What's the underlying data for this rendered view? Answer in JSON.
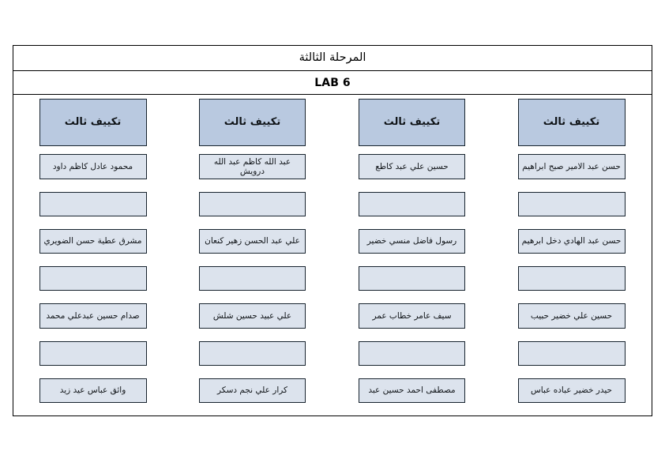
{
  "document": {
    "stage_title": "المرحلة الثالثة",
    "lab_title": "LAB 6"
  },
  "colors": {
    "header_fill": "#b9c9e0",
    "cell_fill": "#dce3ed",
    "border": "#17232e",
    "frame": "#000000",
    "page_background": "#ffffff",
    "text": "#101418"
  },
  "groups": [
    {
      "header": "تكييف ثالث",
      "members": [
        "محمود عادل كاظم داود",
        "",
        "مشرق عطية حسن الضويري",
        "",
        "صدام حسين عبدعلي محمد",
        "",
        "وائق عباس عيد زيد"
      ]
    },
    {
      "header": "تكييف ثالث",
      "members": [
        "عبد الله كاظم عبد الله درويش",
        "",
        "علي عبد الحسن زهير كنعان",
        "",
        "علي عبيد حسين شلش",
        "",
        "كرار علي نجم دسكر"
      ]
    },
    {
      "header": "تكييف ثالث",
      "members": [
        "حسين علي عبد كاطع",
        "",
        "رسول فاضل منسي خضير",
        "",
        "سيف عامر خطاب عمر",
        "",
        "مصطفى احمد حسين عبد"
      ]
    },
    {
      "header": "تكييف ثالث",
      "members": [
        "حسن عبد الامير صبح ابراهيم",
        "",
        "حسن عبد الهادي دخل ابرهيم",
        "",
        "حسين علي خضير حبيب",
        "",
        "حيدر خضير عباده عباس"
      ]
    }
  ]
}
